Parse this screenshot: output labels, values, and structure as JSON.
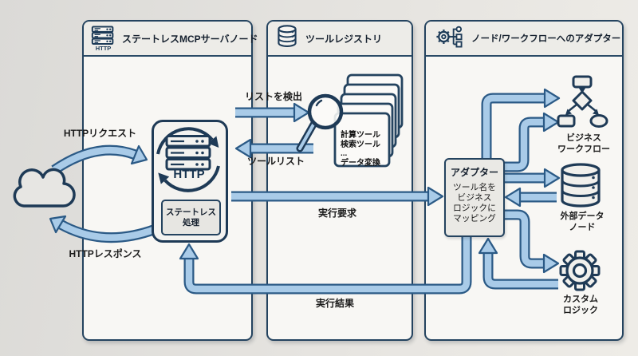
{
  "colors": {
    "outline_navy": "#24435f",
    "arrow_fill": "#a9cbe8",
    "arrow_edge": "#2b5a86",
    "panel_fill": "#f8f7f4"
  },
  "panels": {
    "server": {
      "title": "ステートレスMCPサーバノード",
      "icon_label": "HTTP"
    },
    "registry": {
      "title": "ツールレジストリ"
    },
    "adapters": {
      "title": "ノード/ワークフローへのアダプター"
    }
  },
  "client": {
    "request_label": "HTTPリクエスト",
    "response_label": "HTTPレスポンス"
  },
  "server_node": {
    "http_label": "HTTP",
    "process_box": "ステートレス\n処理"
  },
  "registry": {
    "discover_label": "リストを検出",
    "tool_list_label": "ツールリスト",
    "documents": "計算ツール\n検索ツール\n...\nデータ変換"
  },
  "adapter": {
    "title": "アダプター",
    "body": "ツール名を\nビジネス\nロジックに\nマッピング"
  },
  "execution": {
    "request_label": "実行要求",
    "result_label": "実行結果"
  },
  "targets": {
    "workflow_label": "ビジネス\nワークフロー",
    "external_data_label": "外部データ\nノード",
    "custom_logic_label": "カスタム\nロジック"
  }
}
